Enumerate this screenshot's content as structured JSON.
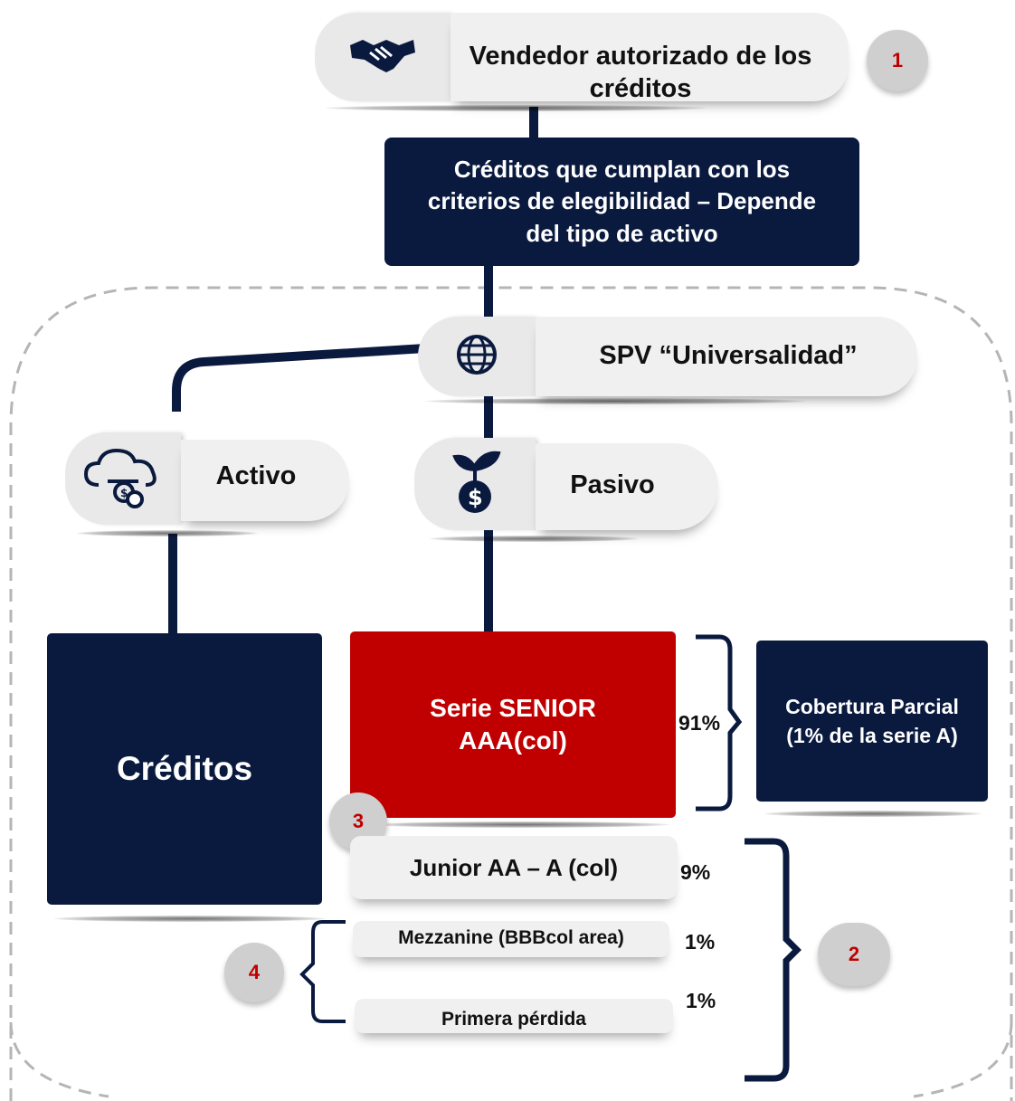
{
  "nodes": {
    "seller": {
      "text": "Vendedor autorizado de los créditos",
      "icon": "handshake-icon",
      "badge": "1"
    },
    "criteria": {
      "text": "Créditos que cumplan con los criterios de elegibilidad – Depende del tipo de activo"
    },
    "spv": {
      "text": "SPV “Universalidad”",
      "icon": "globe-icon"
    },
    "activo": {
      "text": "Activo",
      "icon": "cloud-money-icon"
    },
    "pasivo": {
      "text": "Pasivo",
      "icon": "money-plant-icon"
    },
    "creditos": {
      "text": "Créditos"
    },
    "senior": {
      "text": "Serie SENIOR AAA(col)",
      "pct": "91%",
      "badge": "3"
    },
    "cobertura": {
      "text": "Cobertura Parcial (1% de la serie A)"
    },
    "junior": {
      "text": "Junior AA – A (col)",
      "pct": "9%"
    },
    "mezzanine": {
      "text": "Mezzanine (BBBcol area)",
      "pct": "1%"
    },
    "primera": {
      "text": "Primera pérdida",
      "pct": "1%"
    },
    "badge2": "2",
    "badge4": "4"
  },
  "colors": {
    "navy": "#0a1a3f",
    "red": "#c00000",
    "pill": "#f0f0f0",
    "badge": "#cfcfcf",
    "dashed_border": "#b5b5b5"
  }
}
